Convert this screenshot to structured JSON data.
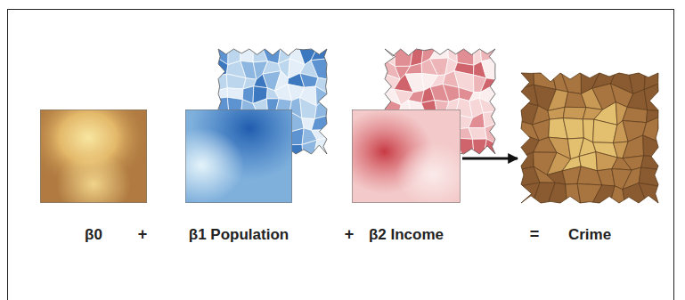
{
  "diagram": {
    "nodes": [
      {
        "text": [
          "β0"
        ]
      },
      {
        "text": [
          "β1 Population"
        ]
      },
      {
        "text": [
          "β2 Income"
        ]
      },
      {
        "text": [
          "Crime"
        ]
      }
    ],
    "edges": [
      {
        "from": 2,
        "to": 3,
        "arrow": "to"
      }
    ],
    "labels": [
      "+",
      "+",
      "="
    ]
  }
}
